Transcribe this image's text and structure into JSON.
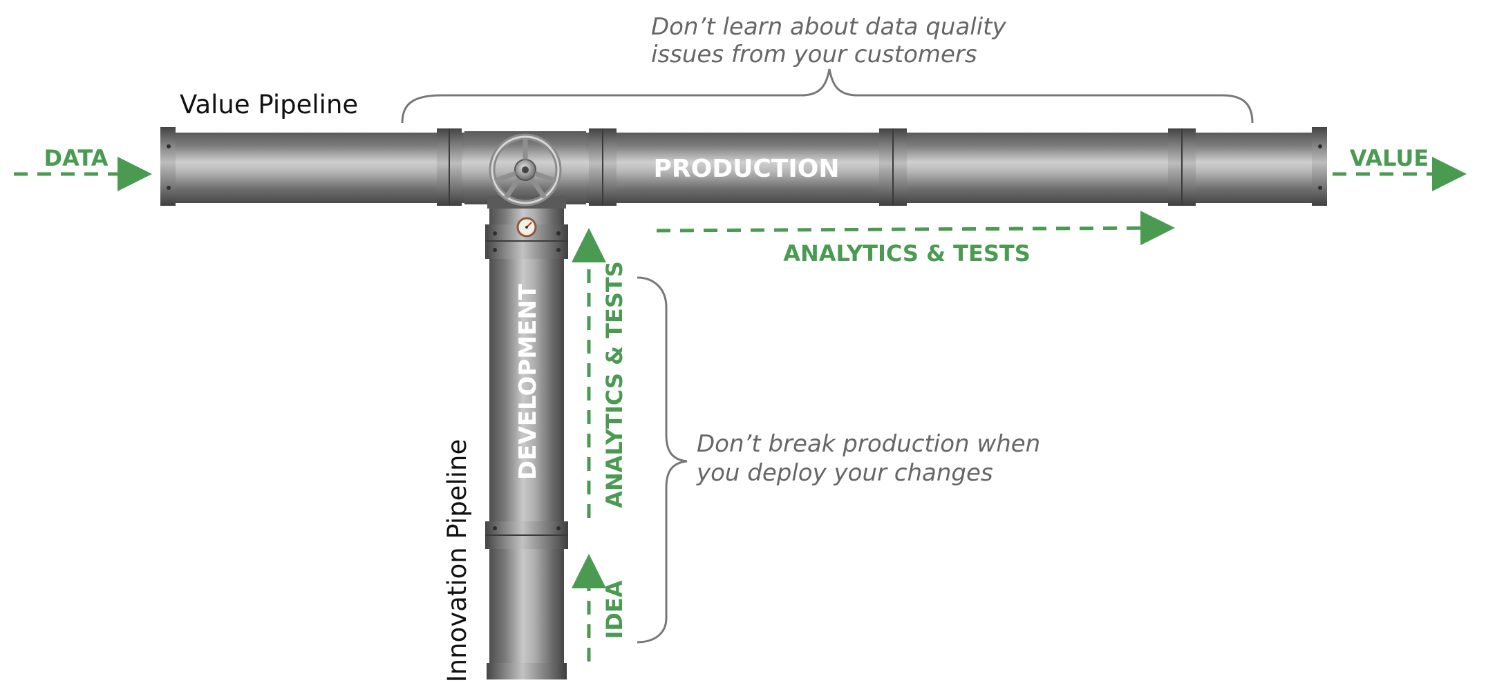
{
  "labels": {
    "value_pipeline": "Value Pipeline",
    "innovation_pipeline": "Innovation Pipeline",
    "production": "PRODUCTION",
    "development": "DEVELOPMENT",
    "data": "DATA",
    "value": "VALUE",
    "analytics_tests_horizontal": "ANALYTICS & TESTS",
    "analytics_tests_vertical": "ANALYTICS & TESTS",
    "idea": "IDEA"
  },
  "notes": {
    "top": [
      "Don’t learn about data quality",
      "issues from your customers"
    ],
    "right": [
      "Don’t break production when",
      "you deploy your changes"
    ]
  },
  "colors": {
    "accent_green": "#4a9a52",
    "note_gray": "#666666",
    "pipe_gray": "#8e8e8e",
    "brace_gray": "#777777"
  },
  "icons": {
    "valve": "valve-wheel-icon",
    "gauge": "pressure-gauge-icon"
  }
}
